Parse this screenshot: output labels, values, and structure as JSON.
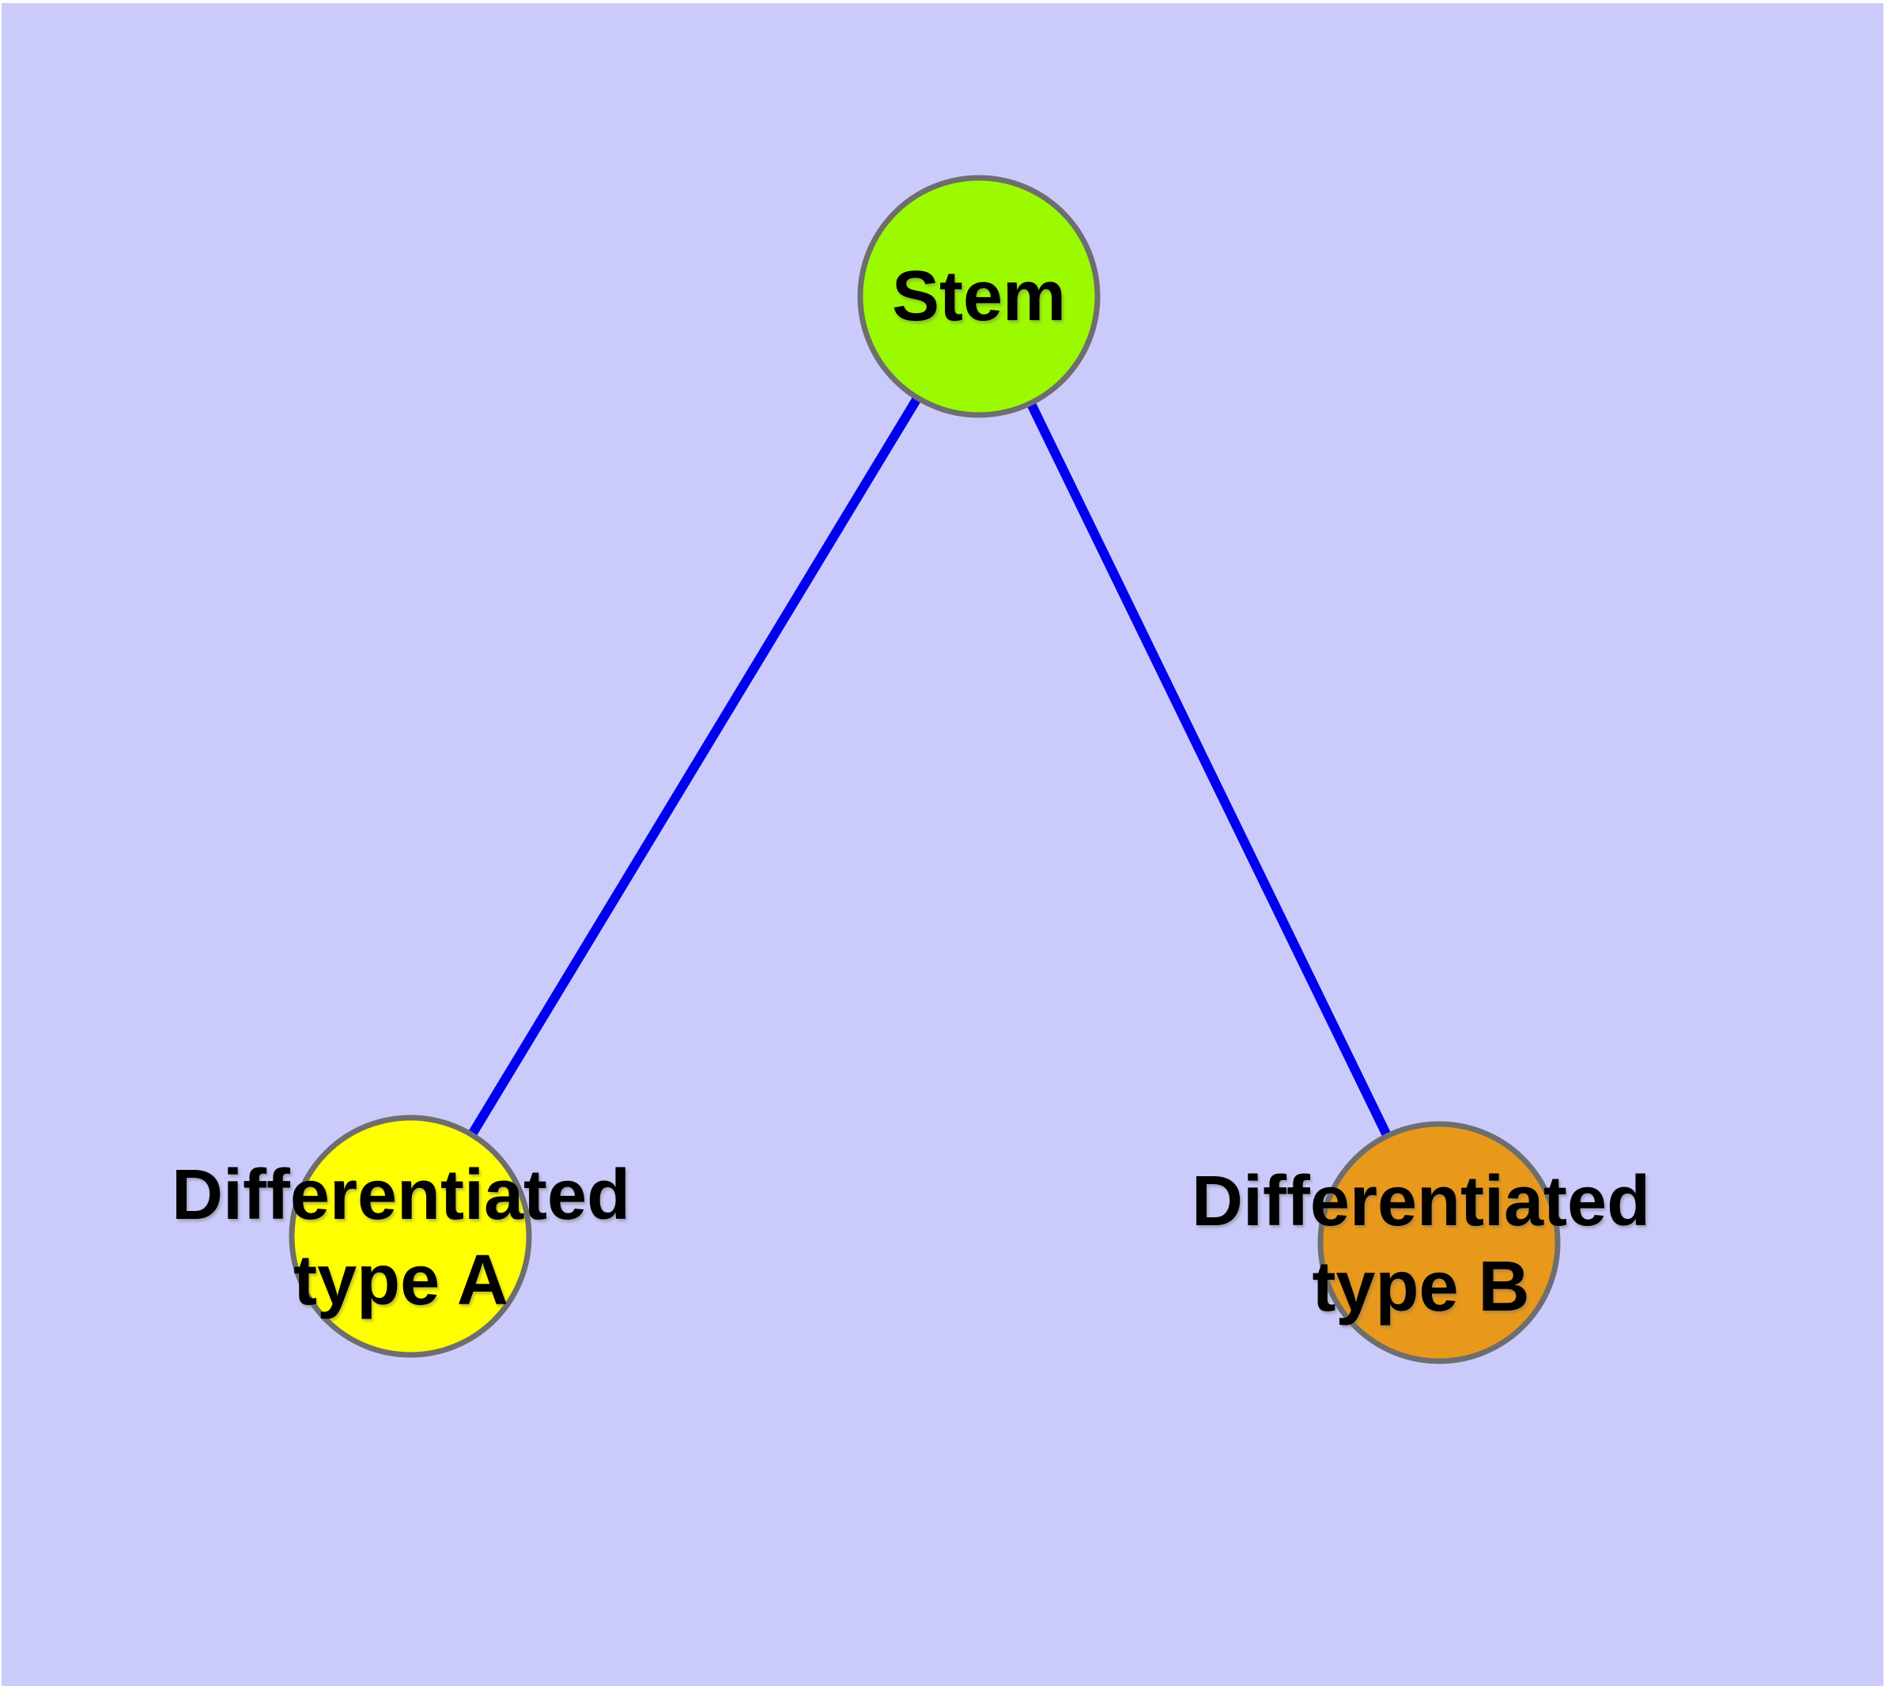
{
  "diagram": {
    "type": "graph",
    "background_color": "#CBCBFB",
    "edge_color": "#0000EE",
    "node_border_color": "#6E6E6E",
    "label_color": "#000000",
    "nodes": [
      {
        "id": "stem",
        "label": "Stem",
        "color": "#9BFA00"
      },
      {
        "id": "differentiated-type-a",
        "label": "Differentiated\ntype A",
        "color": "#FFFF00"
      },
      {
        "id": "differentiated-type-b",
        "label": "Differentiated\ntype B",
        "color": "#E8991C"
      }
    ],
    "edges": [
      {
        "from": "Stem",
        "to": "Differentiated type A"
      },
      {
        "from": "Stem",
        "to": "Differentiated type B"
      }
    ]
  }
}
